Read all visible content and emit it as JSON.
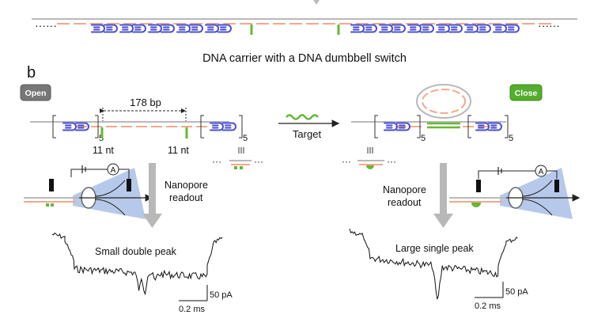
{
  "top_caption": "DNA carrier with a DNA dumbbell switch",
  "panel_label": "b",
  "badges": {
    "open": "Open",
    "close": "Close"
  },
  "open_state": {
    "spacing_label": "178 bp",
    "left_overhang": "11 nt",
    "right_overhang": "11 nt",
    "repeat_left": "5",
    "repeat_right": "5",
    "readout_label_line1": "Nanopore",
    "readout_label_line2": "readout",
    "trace_label": "Small double peak",
    "scale_current": "50 pA",
    "scale_time": "0.2 ms"
  },
  "reaction": {
    "target_label": "Target"
  },
  "closed_state": {
    "repeat_left": "5",
    "repeat_right": "5",
    "readout_label_line1": "Nanopore",
    "readout_label_line2": "readout",
    "trace_label": "Large single peak",
    "scale_current": "50 pA",
    "scale_time": "0.2 ms"
  },
  "meter_symbol": "A",
  "colors": {
    "carrier": "#b9b9b9",
    "strand": "#f3a98a",
    "hairpin": "#4a4fcf",
    "target": "#66b832",
    "pore_cone": "#b7c9ea",
    "badge_open": "#777777",
    "badge_close": "#55ad2e"
  }
}
